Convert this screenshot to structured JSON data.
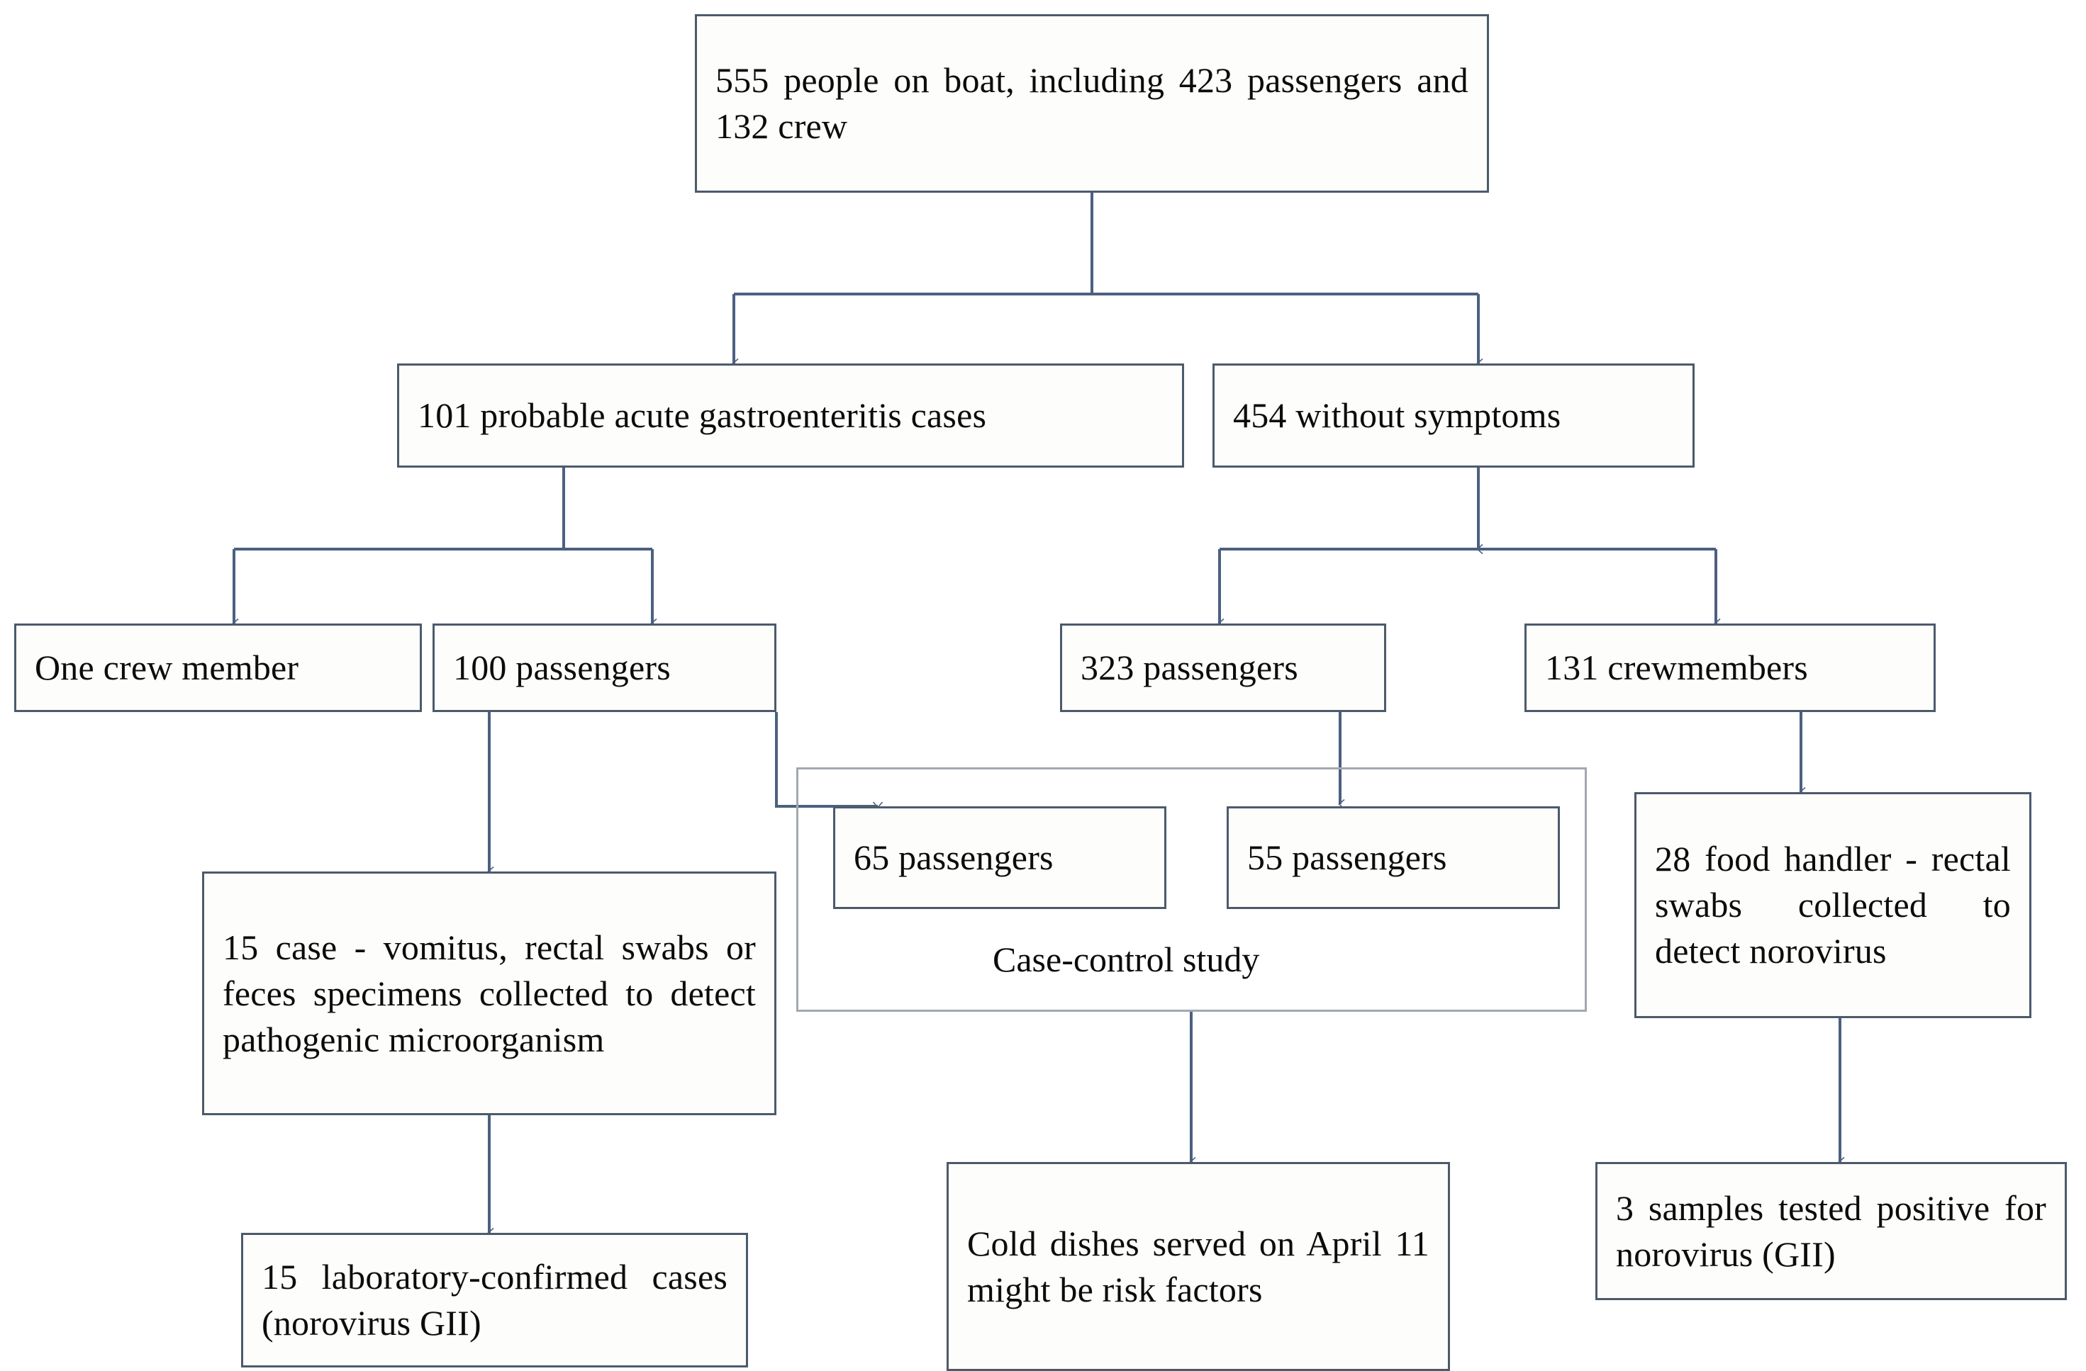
{
  "figure": {
    "type": "flowchart",
    "title": "Norovirus outbreak investigation flow diagram",
    "colors": {
      "node_border": "#4c5a6b",
      "group_border": "#a2a7b0",
      "connector": "#4c6080",
      "background": "#ffffff",
      "text": "#0c0c0c"
    }
  },
  "nodes": {
    "total": "555 people on boat, including 423 passengers and 132 crew",
    "cases": "101 probable acute gastroenteritis cases",
    "asymptomatic": "454 without symptoms",
    "case_crew": "One crew member",
    "case_passengers": "100 passengers",
    "well_passengers": "323 passengers",
    "well_crew": "131 crewmembers",
    "cc_cases": "65 passengers",
    "cc_controls": "55 passengers",
    "specimens": "15 case - vomitus, rectal swabs or feces specimens collected to detect pathogenic microorganism",
    "food_handlers": "28 food handler - rectal swabs collected to detect norovirus",
    "lab_confirmed": "15 laboratory-confirmed cases (norovirus GII)",
    "risk_factor": "Cold dishes served on April 11 might be risk factors",
    "samples_positive": "3 samples tested positive for norovirus (GII)"
  },
  "groups": {
    "case_control": "Case-control study"
  }
}
